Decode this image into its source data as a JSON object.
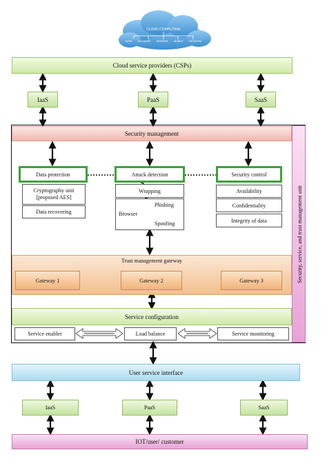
{
  "cloud": {
    "title": "CLOUD COMPUTING",
    "items": [
      "APPS",
      "DATABASE",
      "SERVERS",
      "MOBILE",
      "NETWORK"
    ]
  },
  "top": {
    "csp": "Cloud service providers (CSPs)",
    "iaas": "IaaS",
    "paas": "PaaS",
    "saas": "SaaS"
  },
  "security": {
    "management": "Security management",
    "side_label": "Security, service, and trust management unit",
    "data_protection": {
      "title": "Data protection",
      "items": [
        "Cryptography unit [proposed AES]",
        "Data recovering"
      ]
    },
    "attack_detection": {
      "title": "Attack detection",
      "wrapping": "Wrapping",
      "browser": "Browser",
      "phishing": "Phishing",
      "spoofing": "Spoofing"
    },
    "security_control": {
      "title": "Security control",
      "items": [
        "Availability",
        "Confidentiality",
        "Integrity of data"
      ]
    }
  },
  "trust": {
    "title": "Trust management gateway",
    "gateways": [
      "Gateway 1",
      "Gateway 2",
      "Gateway 3"
    ]
  },
  "service": {
    "title": "Service configuration",
    "items": [
      "Service enabler",
      "Load balance",
      "Service monitoring"
    ]
  },
  "user": {
    "interface": "User service interface",
    "iaas": "IaaS",
    "paas": "PaaS",
    "saas": "SaaS",
    "customer": "IOT/user/ customer"
  },
  "colors": {
    "green_border": "#3da23a",
    "frame": "#111111"
  }
}
